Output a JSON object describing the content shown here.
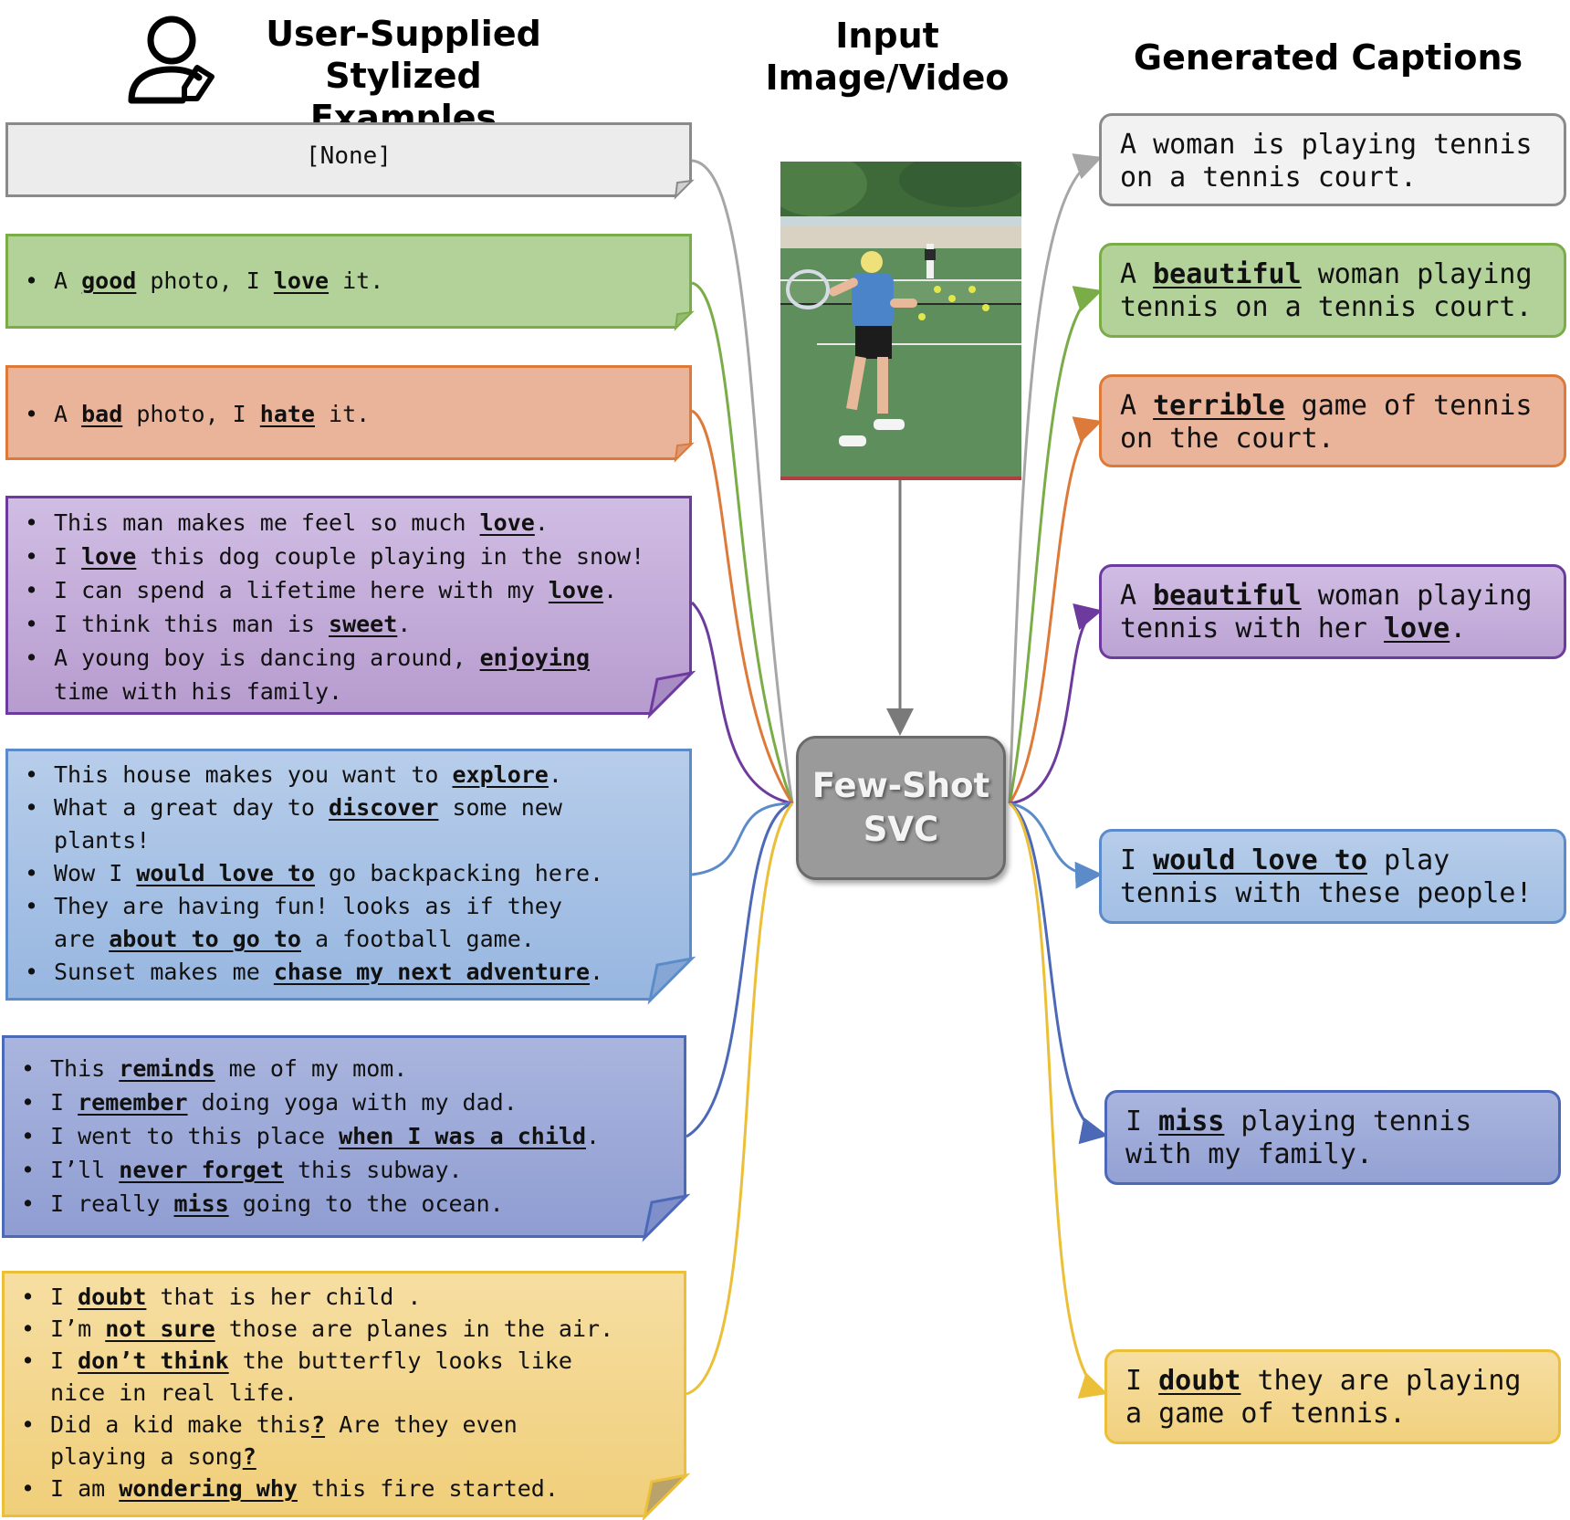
{
  "headers": {
    "examples": "User-Supplied\nStylized Examples",
    "input": "Input\nImage/Video",
    "captions": "Generated Captions"
  },
  "center_box": {
    "line1": "Few-Shot",
    "line2": "SVC"
  },
  "colors": {
    "none": {
      "fill": "#ececec",
      "border": "#8a8a8a",
      "wire": "#a6a6a6"
    },
    "positive": {
      "fill": "#b3d29a",
      "border": "#7aac48",
      "wire": "#7aac48"
    },
    "negative": {
      "fill": "#eab49a",
      "border": "#dd7a3a",
      "wire": "#dd7a3a"
    },
    "romantic": {
      "fill": "#c3aad6",
      "border": "#6d3b9e",
      "wire": "#6d3b9e"
    },
    "adventure": {
      "fill": "#a9c3e6",
      "border": "#5b8cc9",
      "wire": "#5b8cc9"
    },
    "nostalgic": {
      "fill": "#9fabd8",
      "border": "#4c69b8",
      "wire": "#4c69b8"
    },
    "doubt": {
      "fill": "#f3d894",
      "border": "#ecbf38",
      "wire": "#ecbf38"
    }
  },
  "examples": {
    "none": [
      [
        {
          "t": "[None]"
        }
      ]
    ],
    "positive": [
      [
        {
          "t": "A "
        },
        {
          "t": "good",
          "b": true
        },
        {
          "t": " photo, I "
        },
        {
          "t": "love",
          "b": true
        },
        {
          "t": " it."
        }
      ]
    ],
    "negative": [
      [
        {
          "t": "A "
        },
        {
          "t": "bad",
          "b": true
        },
        {
          "t": " photo, I "
        },
        {
          "t": "hate",
          "b": true
        },
        {
          "t": " it."
        }
      ]
    ],
    "romantic": [
      [
        {
          "t": "This man makes me feel so much "
        },
        {
          "t": "love",
          "b": true
        },
        {
          "t": "."
        }
      ],
      [
        {
          "t": "I "
        },
        {
          "t": "love",
          "b": true
        },
        {
          "t": " this dog couple playing in the snow!"
        }
      ],
      [
        {
          "t": "I can spend a lifetime here with my "
        },
        {
          "t": "love",
          "b": true
        },
        {
          "t": "."
        }
      ],
      [
        {
          "t": "I think this man is "
        },
        {
          "t": "sweet",
          "b": true
        },
        {
          "t": "."
        }
      ],
      [
        {
          "t": "A young boy is dancing around, "
        },
        {
          "t": "enjoying",
          "b": true
        },
        {
          "t": "\ntime with his family."
        }
      ]
    ],
    "adventure": [
      [
        {
          "t": "This house makes you want to "
        },
        {
          "t": "explore",
          "b": true
        },
        {
          "t": "."
        }
      ],
      [
        {
          "t": "What a great day to "
        },
        {
          "t": "discover",
          "b": true
        },
        {
          "t": " some new\nplants!"
        }
      ],
      [
        {
          "t": "Wow I "
        },
        {
          "t": "would love to",
          "b": true
        },
        {
          "t": " go backpacking here."
        }
      ],
      [
        {
          "t": "They are having fun! looks as if they\nare "
        },
        {
          "t": "about to go to",
          "b": true
        },
        {
          "t": " a football game."
        }
      ],
      [
        {
          "t": "Sunset makes me "
        },
        {
          "t": "chase my next adventure",
          "b": true
        },
        {
          "t": "."
        }
      ]
    ],
    "nostalgic": [
      [
        {
          "t": "This "
        },
        {
          "t": "reminds",
          "b": true
        },
        {
          "t": " me of my mom."
        }
      ],
      [
        {
          "t": "I "
        },
        {
          "t": "remember",
          "b": true
        },
        {
          "t": " doing yoga with my dad."
        }
      ],
      [
        {
          "t": "I went to this place "
        },
        {
          "t": "when I was a child",
          "b": true
        },
        {
          "t": "."
        }
      ],
      [
        {
          "t": "I’ll "
        },
        {
          "t": "never forget",
          "b": true
        },
        {
          "t": " this subway."
        }
      ],
      [
        {
          "t": "I really "
        },
        {
          "t": "miss",
          "b": true
        },
        {
          "t": " going to the ocean."
        }
      ]
    ],
    "doubt": [
      [
        {
          "t": "I "
        },
        {
          "t": "doubt",
          "b": true
        },
        {
          "t": " that is her child ."
        }
      ],
      [
        {
          "t": "I’m "
        },
        {
          "t": "not sure",
          "b": true
        },
        {
          "t": " those are planes in the air."
        }
      ],
      [
        {
          "t": "I "
        },
        {
          "t": "don’t think",
          "b": true
        },
        {
          "t": " the butterfly looks like\nnice in real life."
        }
      ],
      [
        {
          "t": "Did a kid make this"
        },
        {
          "t": "?",
          "b": true
        },
        {
          "t": " Are they even\nplaying a song"
        },
        {
          "t": "?",
          "b": true
        }
      ],
      [
        {
          "t": "I am "
        },
        {
          "t": "wondering why",
          "b": true
        },
        {
          "t": " this fire started."
        }
      ]
    ]
  },
  "captions": {
    "none": [
      {
        "t": "A woman is playing tennis\non a tennis court."
      }
    ],
    "positive": [
      {
        "t": "A "
      },
      {
        "t": "beautiful",
        "b": true
      },
      {
        "t": " woman playing\ntennis on a tennis court."
      }
    ],
    "negative": [
      {
        "t": "A "
      },
      {
        "t": "terrible",
        "b": true
      },
      {
        "t": " game of tennis\non the court."
      }
    ],
    "romantic": [
      {
        "t": "A "
      },
      {
        "t": "beautiful",
        "b": true
      },
      {
        "t": " woman playing\ntennis with her "
      },
      {
        "t": "love",
        "b": true
      },
      {
        "t": "."
      }
    ],
    "adventure": [
      {
        "t": "I "
      },
      {
        "t": "would love to",
        "b": true
      },
      {
        "t": " play\ntennis with these people!"
      }
    ],
    "nostalgic": [
      {
        "t": "I "
      },
      {
        "t": "miss",
        "b": true
      },
      {
        "t": " playing tennis\nwith my family."
      }
    ],
    "doubt": [
      {
        "t": "I "
      },
      {
        "t": "doubt",
        "b": true
      },
      {
        "t": " they are playing\na game of tennis."
      }
    ]
  },
  "input_image": {
    "subject": "tennis player on court",
    "colors": {
      "court": "#5e8e5c",
      "court_out": "#7aa66a",
      "sky": "#c9d6dc",
      "trees": "#3e6a3a",
      "shirt": "#4b84c8",
      "shorts": "#1c1c1c",
      "skin": "#e8b89a",
      "hair": "#f0e07a"
    }
  }
}
